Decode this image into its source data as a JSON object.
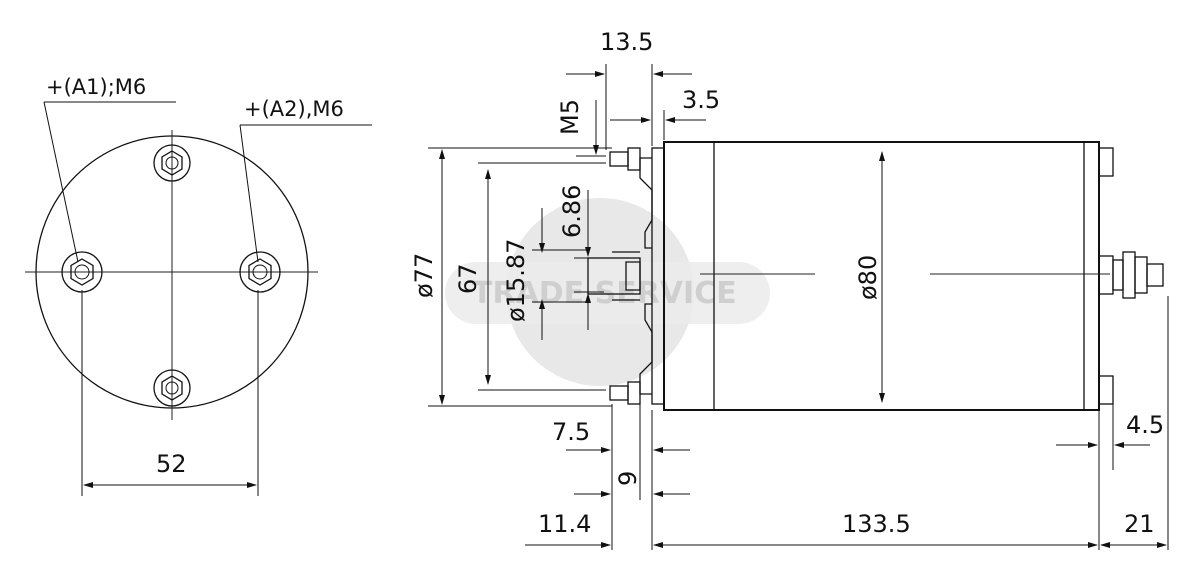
{
  "end_view": {
    "terminal_a1_label": "+(A1);M6",
    "terminal_a2_label": "+(A2),M6",
    "bolt_spacing": "52"
  },
  "side_view": {
    "dim_top_offset": "13.5",
    "dim_flange_gap": "3.5",
    "dim_thread": "M5",
    "dim_key": "6.86",
    "dim_shaft_dia": "ø15.87",
    "dim_pilot": "67",
    "dim_flange_dia": "ø77",
    "dim_body_dia": "ø80",
    "dim_7_5": "7.5",
    "dim_9": "9",
    "dim_11_4": "11.4",
    "dim_body_length": "133.5",
    "dim_4_5": "4.5",
    "dim_rear": "21"
  },
  "watermark": "TRADE SERVICE"
}
